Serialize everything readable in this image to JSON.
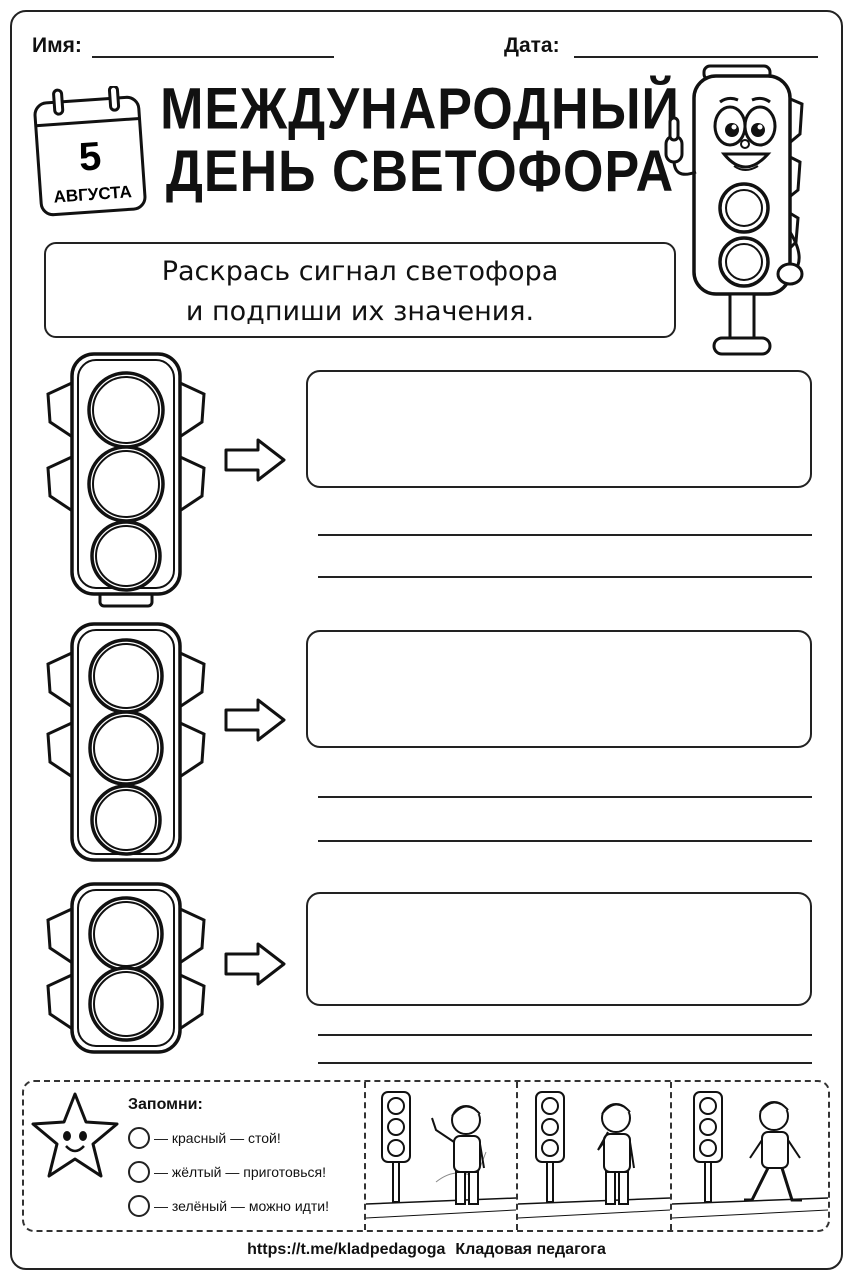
{
  "header": {
    "name_label": "Имя:",
    "date_label": "Дата:"
  },
  "calendar": {
    "day": "5",
    "month": "АВГУСТА"
  },
  "title": {
    "line1": "МЕЖДУНАРОДНЫЙ",
    "line2": "ДЕНЬ СВЕТОФОРА"
  },
  "instruction": {
    "line1": "Раскрась сигнал светофора",
    "line2": "и подпиши их значения."
  },
  "exercises": [
    {
      "lights": 3
    },
    {
      "lights": 3
    },
    {
      "lights": 2
    }
  ],
  "remember": {
    "title": "Запомни:",
    "items": [
      {
        "text": "— красный — стой!"
      },
      {
        "text": "— жёлтый — приготовься!"
      },
      {
        "text": "— зелёный — можно идти!"
      }
    ]
  },
  "footer": {
    "link": "https://t.me/kladpedagoga",
    "brand": "Кладовая педагога"
  }
}
